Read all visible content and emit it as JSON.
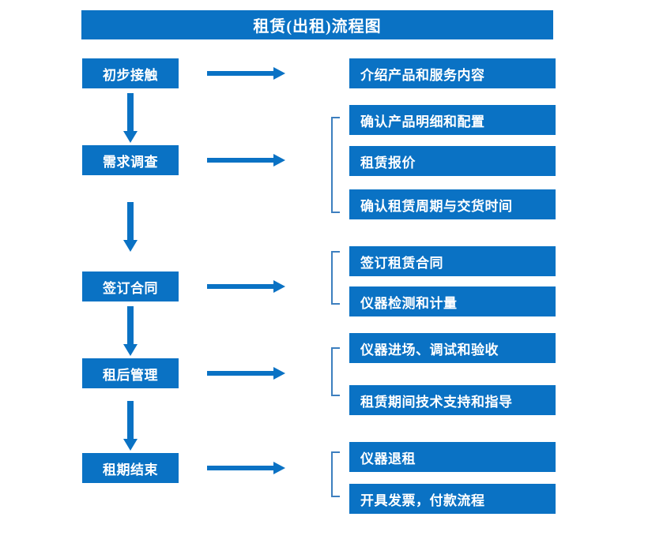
{
  "title": {
    "text": "租赁(出租)流程图"
  },
  "colors": {
    "box_blue": "#0a72c4",
    "arrow_blue": "#0a72c4",
    "bracket_blue": "#3d7fbf",
    "text_white": "#ffffff",
    "background": "#ffffff"
  },
  "stages": [
    {
      "label": "初步接触"
    },
    {
      "label": "需求调查"
    },
    {
      "label": "签订合同"
    },
    {
      "label": "租后管理"
    },
    {
      "label": "租期结束"
    }
  ],
  "details": [
    {
      "label": "介绍产品和服务内容"
    },
    {
      "label": "确认产品明细和配置"
    },
    {
      "label": "租赁报价"
    },
    {
      "label": "确认租赁周期与交货时间"
    },
    {
      "label": "签订租赁合同"
    },
    {
      "label": "仪器检测和计量"
    },
    {
      "label": "仪器进场、调试和验收"
    },
    {
      "label": "租赁期间技术支持和指导"
    },
    {
      "label": "仪器退租"
    },
    {
      "label": "开具发票，付款流程"
    }
  ],
  "connectors": {
    "horizontal_arrow_count": 5,
    "vertical_arrow_count": 4,
    "bracket_count": 4
  }
}
